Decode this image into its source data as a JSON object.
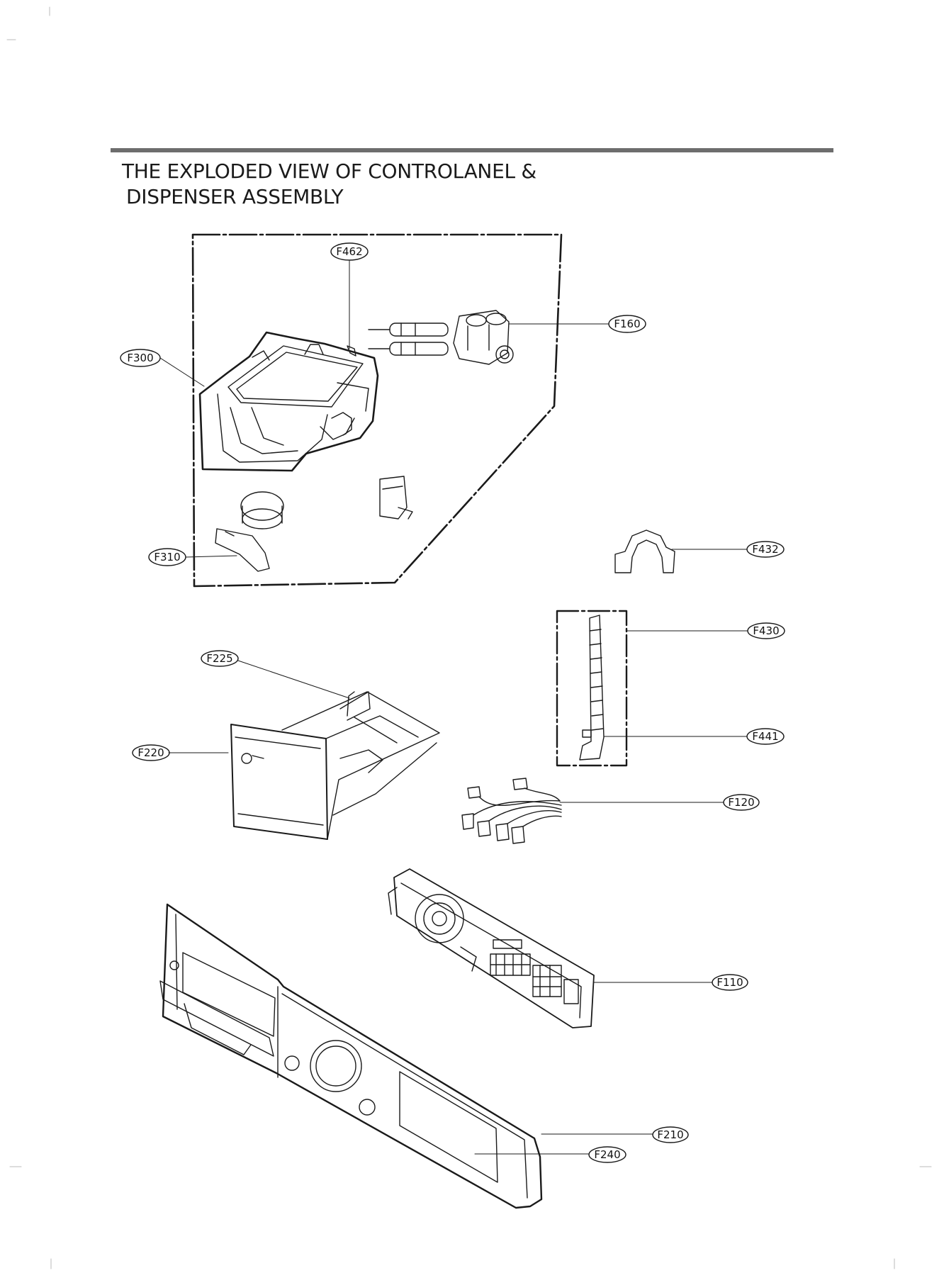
{
  "title": {
    "line1": "THE EXPLODED VIEW OF CONTROLANEL &",
    "line2": "DISPENSER ASSEMBLY"
  },
  "callouts": {
    "f462": "F462",
    "f160": "F160",
    "f300": "F300",
    "f310": "F310",
    "f432": "F432",
    "f430": "F430",
    "f441": "F441",
    "f225": "F225",
    "f220": "F220",
    "f120": "F120",
    "f110": "F110",
    "f210": "F210",
    "f240": "F240"
  }
}
